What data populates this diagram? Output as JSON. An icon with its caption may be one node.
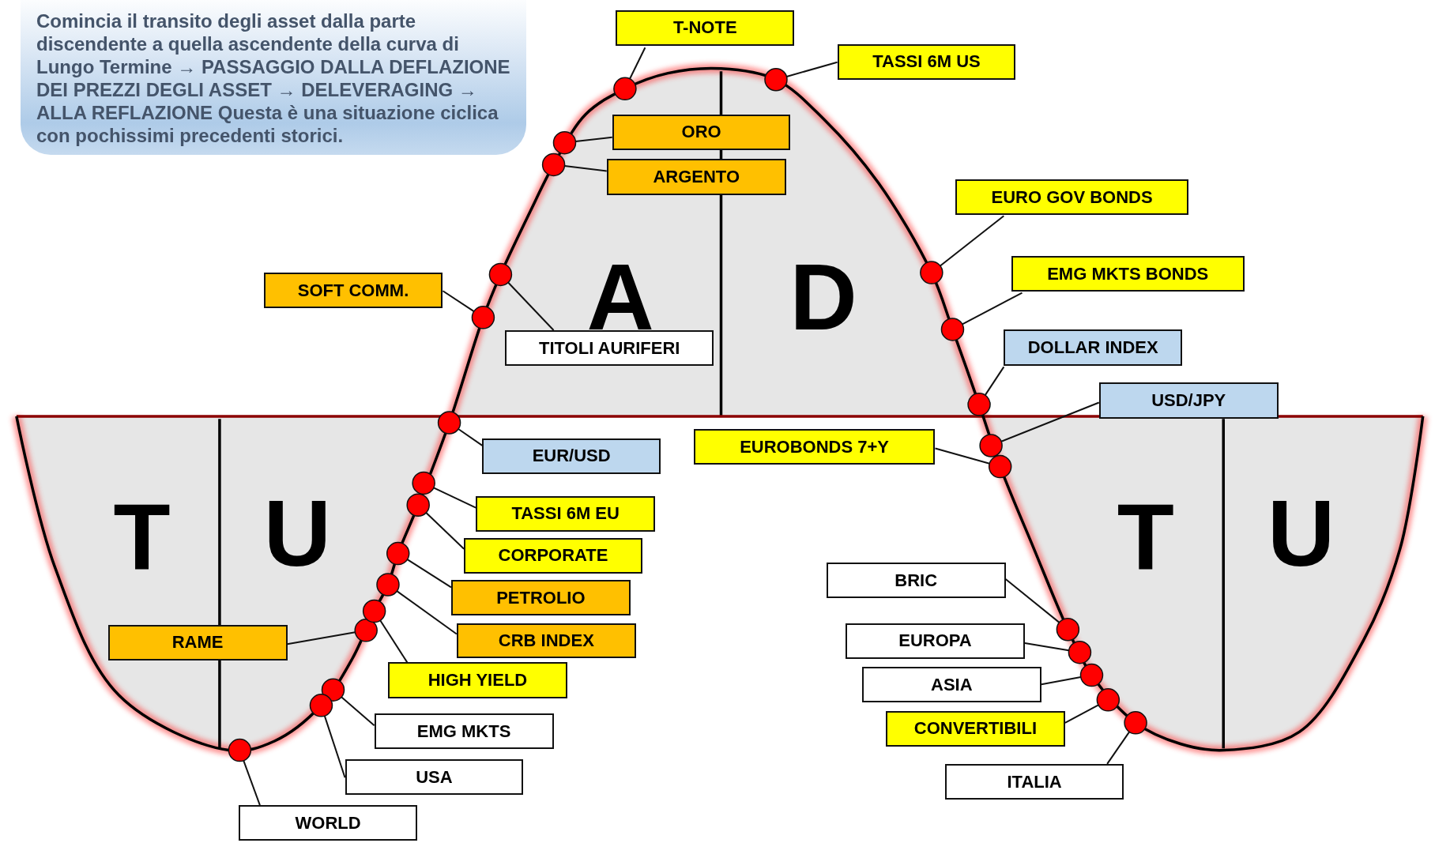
{
  "diagram": {
    "nodes": [
      {
        "text": [
          "Comincia il transito degli asset dalla parte discendente a quella ascendente della curva di Lungo Termine → PASSAGGIO DALLA DEFLAZIONE DEI PREZZI DEGLI ASSET → DELEVERAGING → ALLA REFLAZIONE Questa è una situazione ciclica con pochissimi precedenti storici."
        ]
      },
      {
        "text": [
          "T-NOTE"
        ]
      },
      {
        "text": [],
        "shape": "circle"
      },
      {
        "text": [
          "TASSI 6M US"
        ]
      },
      {
        "text": [],
        "shape": "circle"
      },
      {
        "text": [
          "ORO"
        ]
      },
      {
        "text": [],
        "shape": "circle"
      },
      {
        "text": [
          "ARGENTO"
        ]
      },
      {
        "text": [],
        "shape": "circle"
      },
      {
        "text": [
          "SOFT COMM."
        ]
      },
      {
        "text": [],
        "shape": "circle"
      },
      {
        "text": [
          "TITOLI AURIFERI"
        ]
      },
      {
        "text": [],
        "shape": "circle"
      },
      {
        "text": [
          "EURO GOV BONDS"
        ]
      },
      {
        "text": [],
        "shape": "circle"
      },
      {
        "text": [
          "EMG MKTS BONDS"
        ]
      },
      {
        "text": [],
        "shape": "circle"
      },
      {
        "text": [
          "DOLLAR INDEX"
        ]
      },
      {
        "text": [],
        "shape": "circle"
      },
      {
        "text": [
          "USD/JPY"
        ]
      },
      {
        "text": [],
        "shape": "circle"
      },
      {
        "text": [
          "EUROBONDS 7+Y"
        ]
      },
      {
        "text": [],
        "shape": "circle"
      },
      {
        "text": [
          "EUR/USD"
        ]
      },
      {
        "text": [],
        "shape": "circle"
      },
      {
        "text": [
          "TASSI 6M EU"
        ]
      },
      {
        "text": [],
        "shape": "circle"
      },
      {
        "text": [
          "CORPORATE"
        ]
      },
      {
        "text": [],
        "shape": "circle"
      },
      {
        "text": [
          "PETROLIO"
        ]
      },
      {
        "text": [],
        "shape": "circle"
      },
      {
        "text": [
          "CRB INDEX"
        ]
      },
      {
        "text": [],
        "shape": "circle"
      },
      {
        "text": [
          "RAME"
        ]
      },
      {
        "text": [],
        "shape": "circle"
      },
      {
        "text": [
          "HIGH YIELD"
        ]
      },
      {
        "text": [],
        "shape": "circle"
      },
      {
        "text": [
          "EMG MKTS"
        ]
      },
      {
        "text": [],
        "shape": "circle"
      },
      {
        "text": [
          "USA"
        ]
      },
      {
        "text": [],
        "shape": "circle"
      },
      {
        "text": [
          "WORLD"
        ]
      },
      {
        "text": [],
        "shape": "circle"
      },
      {
        "text": [
          "BRIC"
        ]
      },
      {
        "text": [],
        "shape": "circle"
      },
      {
        "text": [
          "EUROPA"
        ]
      },
      {
        "text": [],
        "shape": "circle"
      },
      {
        "text": [
          "ASIA"
        ]
      },
      {
        "text": [],
        "shape": "circle"
      },
      {
        "text": [
          "CONVERTIBILI"
        ]
      },
      {
        "text": [],
        "shape": "circle"
      },
      {
        "text": [
          "ITALIA"
        ]
      },
      {
        "text": [],
        "shape": "circle"
      }
    ],
    "edges": [
      {
        "from": 1,
        "to": 2,
        "arrow": "none"
      },
      {
        "from": 3,
        "to": 4,
        "arrow": "none"
      },
      {
        "from": 5,
        "to": 6,
        "arrow": "none"
      },
      {
        "from": 7,
        "to": 8,
        "arrow": "none"
      },
      {
        "from": 9,
        "to": 10,
        "arrow": "none"
      },
      {
        "from": 11,
        "to": 12,
        "arrow": "none"
      },
      {
        "from": 13,
        "to": 14,
        "arrow": "none"
      },
      {
        "from": 15,
        "to": 16,
        "arrow": "none"
      },
      {
        "from": 17,
        "to": 18,
        "arrow": "none"
      },
      {
        "from": 19,
        "to": 20,
        "arrow": "none"
      },
      {
        "from": 21,
        "to": 22,
        "arrow": "none"
      },
      {
        "from": 23,
        "to": 24,
        "arrow": "none"
      },
      {
        "from": 25,
        "to": 26,
        "arrow": "none"
      },
      {
        "from": 27,
        "to": 28,
        "arrow": "none"
      },
      {
        "from": 29,
        "to": 30,
        "arrow": "none"
      },
      {
        "from": 31,
        "to": 32,
        "arrow": "none"
      },
      {
        "from": 33,
        "to": 34,
        "arrow": "none"
      },
      {
        "from": 35,
        "to": 36,
        "arrow": "none"
      },
      {
        "from": 37,
        "to": 38,
        "arrow": "none"
      },
      {
        "from": 39,
        "to": 40,
        "arrow": "none"
      },
      {
        "from": 41,
        "to": 42,
        "arrow": "none"
      },
      {
        "from": 43,
        "to": 44,
        "arrow": "none"
      },
      {
        "from": 45,
        "to": 46,
        "arrow": "none"
      },
      {
        "from": 47,
        "to": 48,
        "arrow": "none"
      },
      {
        "from": 49,
        "to": 50,
        "arrow": "none"
      },
      {
        "from": 51,
        "to": 52,
        "arrow": "none"
      }
    ],
    "labels": [
      "A",
      "D",
      "T",
      "U",
      "T",
      "U"
    ]
  }
}
